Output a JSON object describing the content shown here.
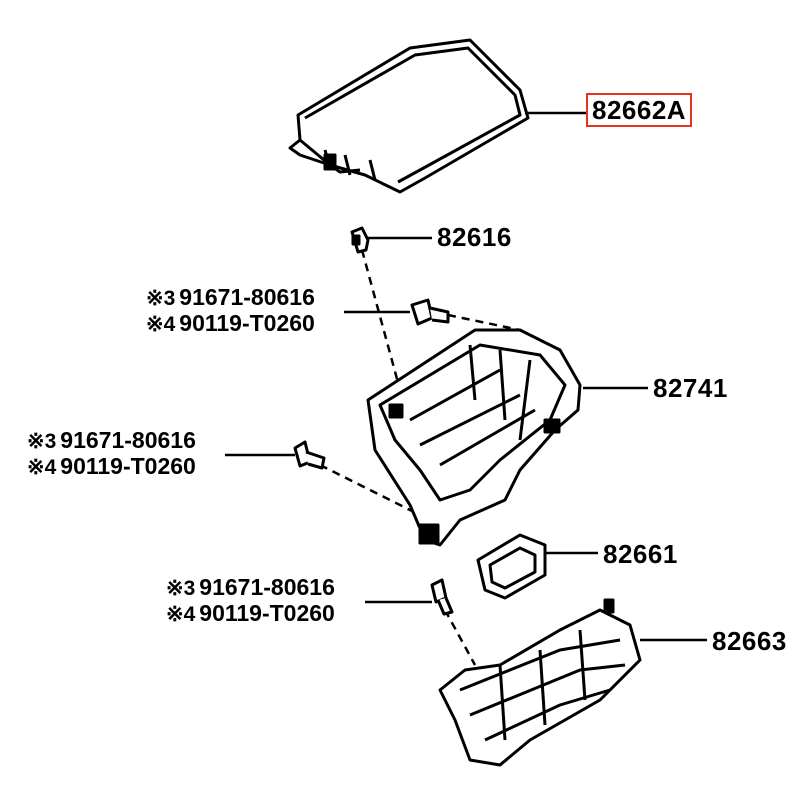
{
  "parts": {
    "cover": "82662A",
    "clip": "82616",
    "block": "82741",
    "bracket": "82661",
    "lower_cover": "82663"
  },
  "highlight_color": "#e2331c",
  "screw_groups": [
    {
      "lines": [
        {
          "mark": "※3",
          "number": "91671-80616"
        },
        {
          "mark": "※4",
          "number": "90119-T0260"
        }
      ]
    },
    {
      "lines": [
        {
          "mark": "※3",
          "number": "91671-80616"
        },
        {
          "mark": "※4",
          "number": "90119-T0260"
        }
      ]
    },
    {
      "lines": [
        {
          "mark": "※3",
          "number": "91671-80616"
        },
        {
          "mark": "※4",
          "number": "90119-T0260"
        }
      ]
    }
  ]
}
